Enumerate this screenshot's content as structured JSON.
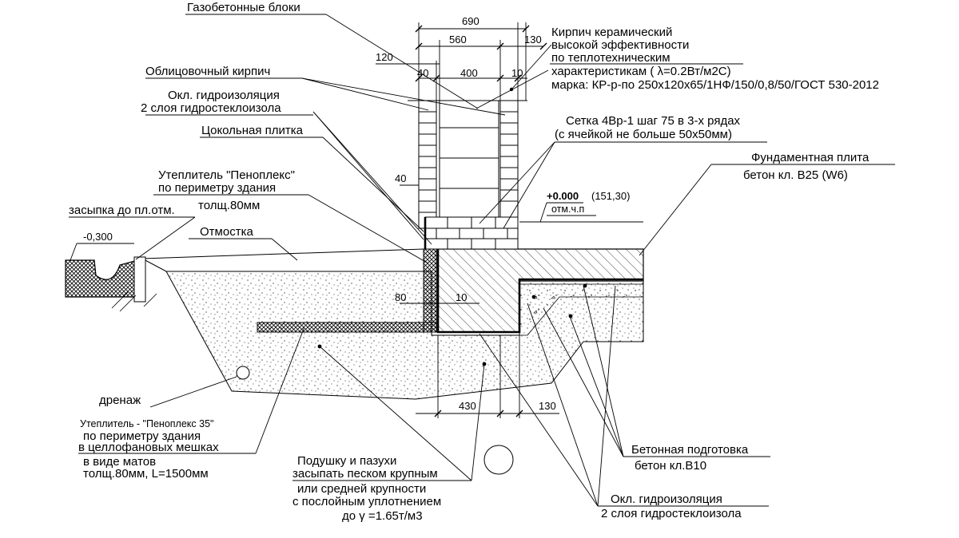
{
  "labels": {
    "gas_blocks": "Газобетонные блоки",
    "brick_ceramic_1": "Кирпич керамический",
    "brick_ceramic_2": "высокой эффективности",
    "brick_ceramic_3": "по теплотехническим",
    "brick_ceramic_4": "характеристикам ( λ=0.2Вт/м2С)",
    "brick_ceramic_5": "марка: КР-р-по 250х120х65/1НФ/150/0,8/50/ГОСТ 530-2012",
    "facing_brick": "Облицовочный кирпич",
    "waterproof_top_1": "Окл. гидроизоляция",
    "waterproof_top_2": "2 слоя гидростеклоизола",
    "plinth_tile": "Цокольная плитка",
    "mesh_1": "Сетка 4Вр-1 шаг 75   в 3-х рядах",
    "mesh_2": "(с ячейкой не больше 50х50мм)",
    "found_plate_1": "Фундаментная плита",
    "found_plate_2": "бетон кл. В25 (W6)",
    "insul_1": "Утеплитель \"Пеноплекс\"",
    "insul_2": "по периметру здания",
    "insul_3": "толщ.80мм",
    "backfill": "засыпка до пл.отм.",
    "level_zero": "+0.000",
    "level_abs": "(151,30)",
    "level_note": "отм.ч.п",
    "level_minus": "-0,300",
    "blind_area": "Отмостка",
    "drainage": "дренаж",
    "insul35_1": "Утеплитель - \"Пеноплекс 35\"",
    "insul35_2": "по периметру здания",
    "insul35_3": "в целлофановых мешках",
    "insul35_4": "в виде матов",
    "insul35_5": "толщ.80мм, L=1500мм",
    "cushion_1": "Подушку и пазухи",
    "cushion_2": "засыпать песком крупным",
    "cushion_3": "или средней крупности",
    "cushion_4": "с послойным уплотнением",
    "cushion_5": "до  γ =1.65т/м3",
    "concrete_prep_1": "Бетонная подготовка",
    "concrete_prep_2": "бетон кл.В10",
    "waterproof_bot_1": "Окл. гидроизоляция",
    "waterproof_bot_2": "2 слоя гидростеклоизола"
  },
  "dims": {
    "d690": "690",
    "d560": "560",
    "d130a": "130",
    "d120": "120",
    "d40a": "40",
    "d400": "400",
    "d10a": "10",
    "d40b": "40",
    "d80": "80",
    "d10b": "10",
    "d430": "430",
    "d130b": "130"
  }
}
